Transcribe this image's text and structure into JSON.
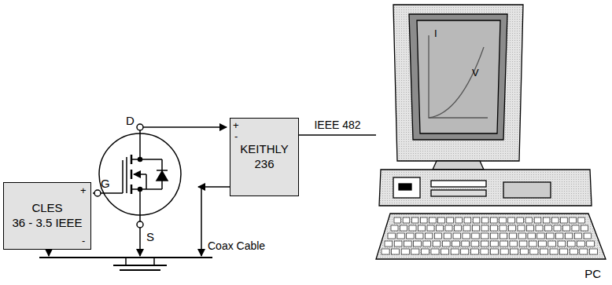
{
  "diagram": {
    "nodes": [
      {
        "text": [
          "CLES",
          "36 - 3.5 IEEE"
        ]
      },
      {
        "text": [
          "KEITHLY",
          "236"
        ]
      },
      {
        "text": [
          "PC"
        ]
      }
    ],
    "edges": [
      {
        "from": 1,
        "to": 2,
        "arrow": "none",
        "label": "IEEE 482"
      }
    ],
    "labels": [
      "D",
      "G",
      "S",
      "+",
      "-",
      "+",
      "-",
      "Coax Cable",
      "I",
      "V"
    ]
  }
}
